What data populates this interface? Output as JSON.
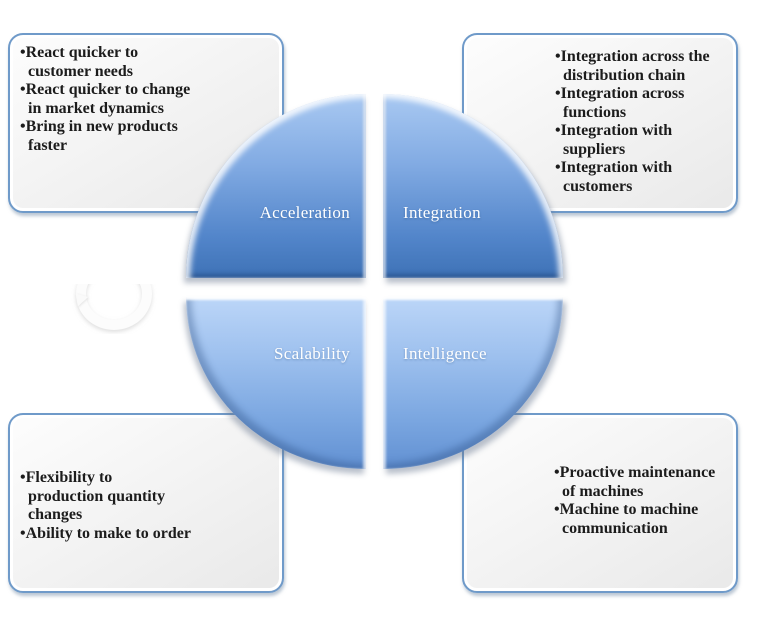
{
  "diagram": {
    "type": "quadrant-circle",
    "quadrants": [
      {
        "label": "Acceleration",
        "position": "top-left"
      },
      {
        "label": "Integration",
        "position": "top-right"
      },
      {
        "label": "Scalability",
        "position": "bottom-left"
      },
      {
        "label": "Intelligence",
        "position": "bottom-right"
      }
    ],
    "callouts": [
      {
        "position": "top-left",
        "items": [
          "React quicker to\ncustomer needs",
          "React quicker to change\nin market dynamics",
          "Bring in new products\nfaster"
        ]
      },
      {
        "position": "top-right",
        "items": [
          "Integration across the\ndistribution chain",
          "Integration across\nfunctions",
          "Integration with\nsuppliers",
          "Integration with\ncustomers"
        ]
      },
      {
        "position": "bottom-left",
        "items": [
          "Flexibility to\nproduction quantity\nchanges",
          "Ability to make to order"
        ]
      },
      {
        "position": "bottom-right",
        "items": [
          "Proactive maintenance\nof machines",
          "Machine to machine\ncommunication"
        ]
      }
    ],
    "colors": {
      "wedge_top_light": "#a9c9f2",
      "wedge_top_dark": "#3e72b6",
      "wedge_bottom_light": "#bcd6f8",
      "wedge_bottom_dark": "#6190d2",
      "wedge_label_text": "#ffffff",
      "callout_border": "#6f9ac9",
      "callout_fill": "#f1f1f1",
      "body_text": "#1c1c1c",
      "background": "#ffffff"
    }
  }
}
